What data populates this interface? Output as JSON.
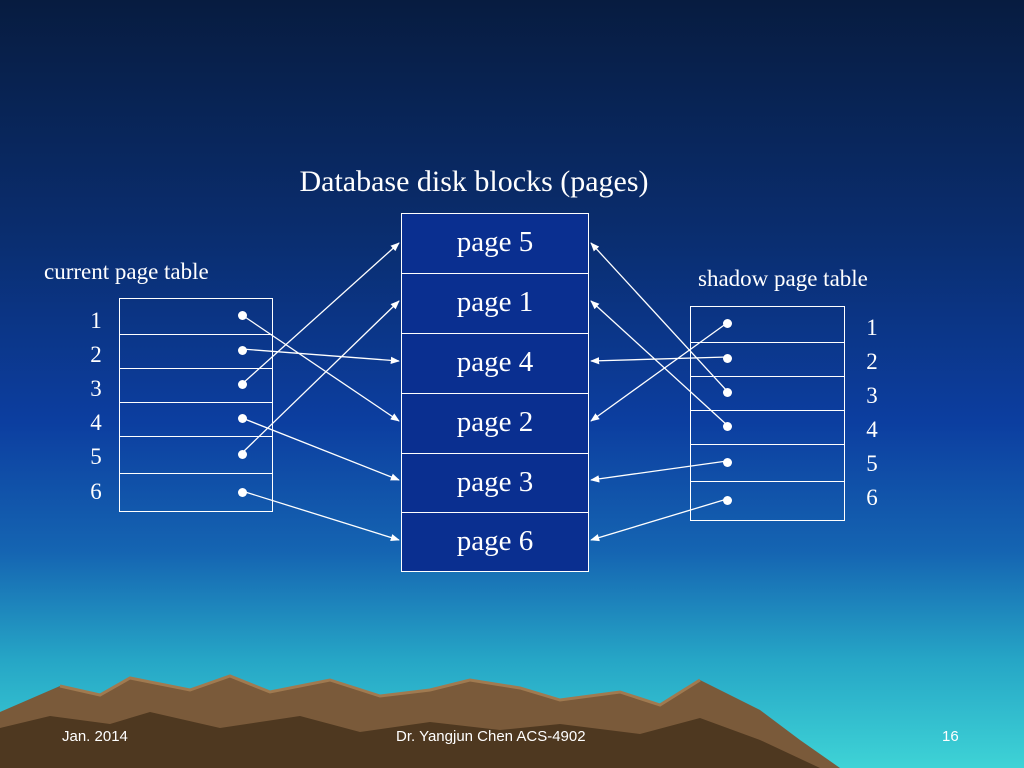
{
  "title": "Database disk blocks (pages)",
  "current_table": {
    "label": "current page table",
    "rows": [
      "1",
      "2",
      "3",
      "4",
      "5",
      "6"
    ],
    "targets": [
      2,
      4,
      5,
      3,
      1,
      6
    ]
  },
  "shadow_table": {
    "label": "shadow page table",
    "rows": [
      "1",
      "2",
      "3",
      "4",
      "5",
      "6"
    ],
    "targets": [
      2,
      4,
      5,
      1,
      3,
      6
    ]
  },
  "disk_pages": [
    "page 5",
    "page 1",
    "page 4",
    "page 2",
    "page 3",
    "page 6"
  ],
  "footer": {
    "date": "Jan. 2014",
    "author": "Dr. Yangjun Chen    ACS-4902",
    "page_number": "16"
  },
  "colors": {
    "line": "#ffffff",
    "disk_fill": "#0a2f90"
  }
}
